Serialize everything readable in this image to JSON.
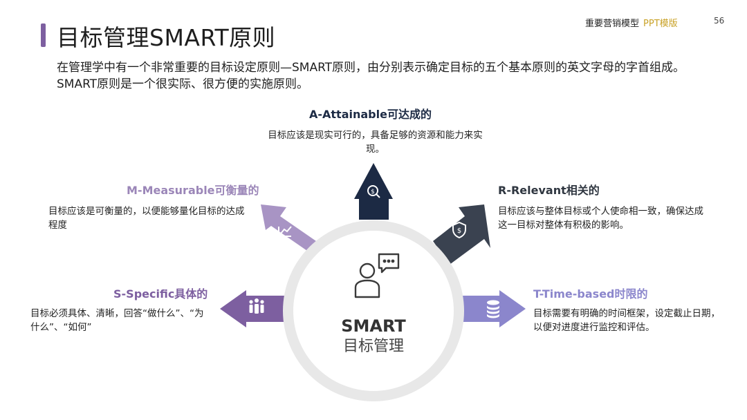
{
  "header": {
    "title": "目标管理SMART原则",
    "brand": "重要营销模型",
    "template_tag": "PPT模版",
    "page_number": "56"
  },
  "intro": "在管理学中有一个非常重要的目标设定原则—SMART原则，由分别表示确定目标的五个基本原则的英文字母的字首组成。SMART原则是一个很实际、很方便的实施原则。",
  "center": {
    "title": "SMART",
    "subtitle": "目标管理",
    "icon": "person-chat-icon"
  },
  "principles": {
    "a": {
      "heading": "A-Attainable可达成的",
      "desc": "目标应该是现实可行的，具备足够的资源和能力来实现。",
      "icon": "search-money-icon",
      "color": "#1c2a44"
    },
    "m": {
      "heading": "M-Measurable可衡量的",
      "desc": "目标应该是可衡量的，以便能够量化目标的达成程度",
      "icon": "chart-up-icon",
      "color": "#a894c4"
    },
    "r": {
      "heading": "R-Relevant相关的",
      "desc": "目标应该与整体目标或个人使命相一致，确保达成这一目标对整体有积极的影响。",
      "icon": "dollar-shield-icon",
      "color": "#3a4250"
    },
    "s": {
      "heading": "S-Specific具体的",
      "desc": "目标必须具体、清晰，回答“做什么”、“为什么”、“如何”",
      "icon": "people-icon",
      "color": "#7d5fa0"
    },
    "t": {
      "heading": "T-Time-based时限的",
      "desc": "目标需要有明确的时间框架，设定截止日期，以便对进度进行监控和评估。",
      "icon": "coins-icon",
      "color": "#8b86cc"
    }
  }
}
